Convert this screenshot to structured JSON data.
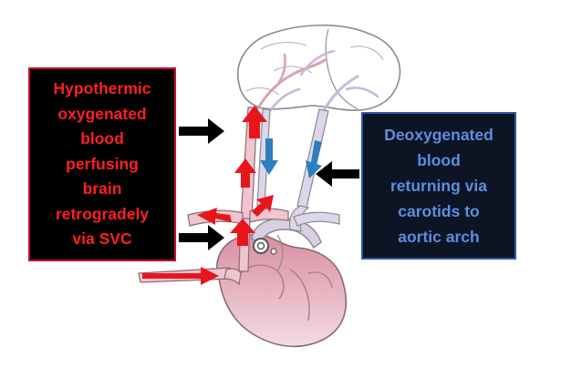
{
  "left_label": {
    "lines": [
      "Hypothermic",
      "oxygenated",
      "blood",
      "perfusing",
      "brain",
      "retrogradely",
      "via SVC"
    ],
    "text_color": "#ff2020",
    "box_color": "#000000",
    "border_color": "#c8102e"
  },
  "right_label": {
    "lines": [
      "Deoxygenated",
      "blood",
      "returning via",
      "carotids to",
      "aortic arch"
    ],
    "text_color": "#5b8ee0",
    "box_color": "#0d1424",
    "border_color": "#2e5aa7"
  },
  "colors": {
    "oxygenated_flow": "#e8161c",
    "deoxygenated_flow": "#2b7ec0",
    "pointer_arrow": "#000000",
    "venous_fill": "#f0c5cf",
    "arterial_fill": "#d8cfe6",
    "heart_fill": "#e9b5c2",
    "outline": "#777777"
  }
}
